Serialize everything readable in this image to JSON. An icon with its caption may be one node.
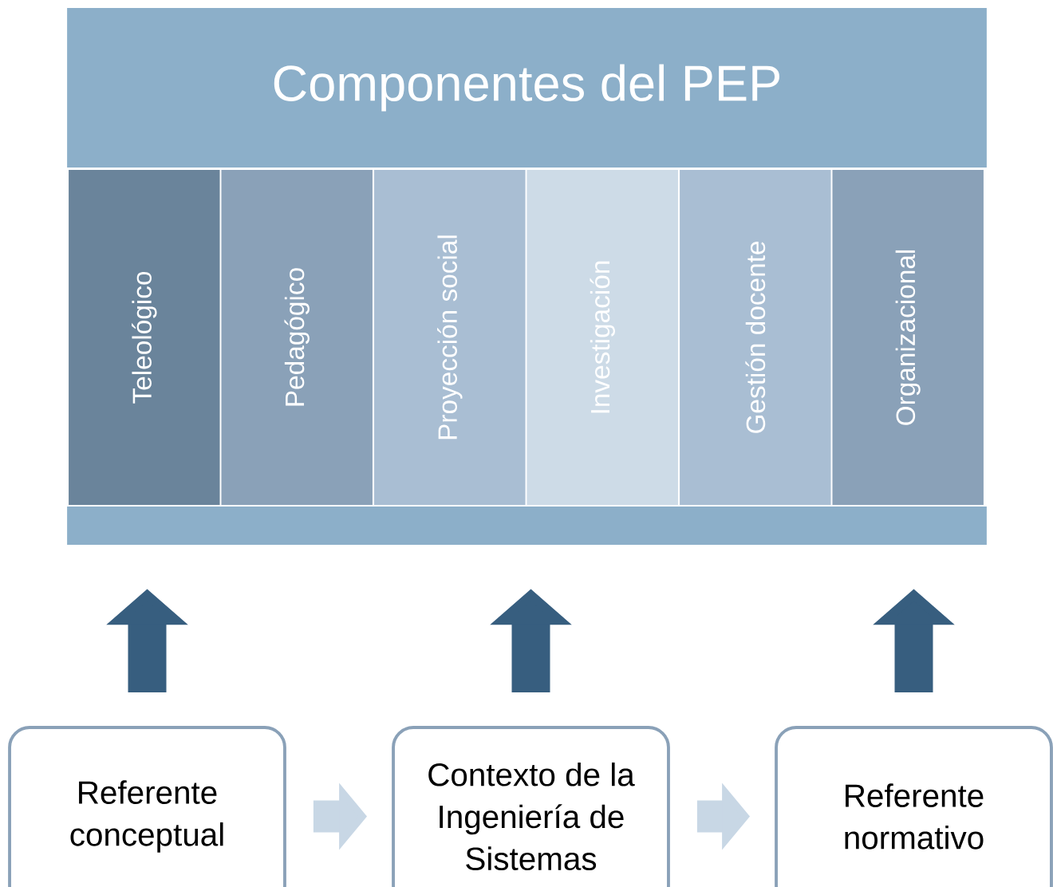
{
  "diagram": {
    "nodes": [
      {
        "text": [
          "Componentes del PEP"
        ]
      },
      {
        "text": [
          "Teleológico"
        ]
      },
      {
        "text": [
          "Pedagógico"
        ]
      },
      {
        "text": [
          "Proyección social"
        ]
      },
      {
        "text": [
          "Investigación"
        ]
      },
      {
        "text": [
          "Gestión docente"
        ]
      },
      {
        "text": [
          "Organizacional"
        ]
      },
      {
        "text": [],
        "shape": "bar"
      },
      {
        "text": [
          "Referente conceptual"
        ]
      },
      {
        "text": [
          "Contexto de la Ingeniería de Sistemas"
        ]
      },
      {
        "text": [
          "Referente normativo"
        ]
      }
    ],
    "edges": [
      {
        "from": 8,
        "to": 7,
        "arrow": "to",
        "color": "#375e7f"
      },
      {
        "from": 9,
        "to": 7,
        "arrow": "to",
        "color": "#375e7f"
      },
      {
        "from": 10,
        "to": 7,
        "arrow": "to",
        "color": "#375e7f"
      },
      {
        "from": 8,
        "to": 9,
        "arrow": "to",
        "color": "#c8d7e5"
      },
      {
        "from": 9,
        "to": 10,
        "arrow": "to",
        "color": "#c8d7e5"
      }
    ]
  }
}
